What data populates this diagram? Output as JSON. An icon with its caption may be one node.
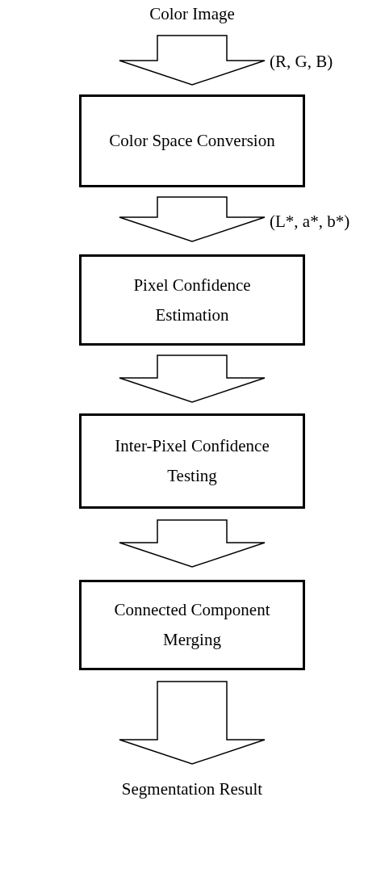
{
  "diagram": {
    "nodes": [
      {
        "text": [
          "Color Image"
        ]
      },
      {
        "text": [
          "Color Space Conversion"
        ]
      },
      {
        "text": [
          "Pixel Confidence Estimation"
        ]
      },
      {
        "text": [
          "Inter-Pixel Confidence Testing"
        ]
      },
      {
        "text": [
          "Connected Component Merging"
        ]
      },
      {
        "text": [
          "Segmentation Result"
        ]
      }
    ],
    "edges": [
      {
        "from": 0,
        "to": 1,
        "arrow": "to",
        "label": "(R, G, B)"
      },
      {
        "from": 1,
        "to": 2,
        "arrow": "to",
        "label": "(L*, a*, b*)"
      },
      {
        "from": 2,
        "to": 3,
        "arrow": "to"
      },
      {
        "from": 3,
        "to": 4,
        "arrow": "to"
      },
      {
        "from": 4,
        "to": 5,
        "arrow": "to"
      }
    ]
  }
}
